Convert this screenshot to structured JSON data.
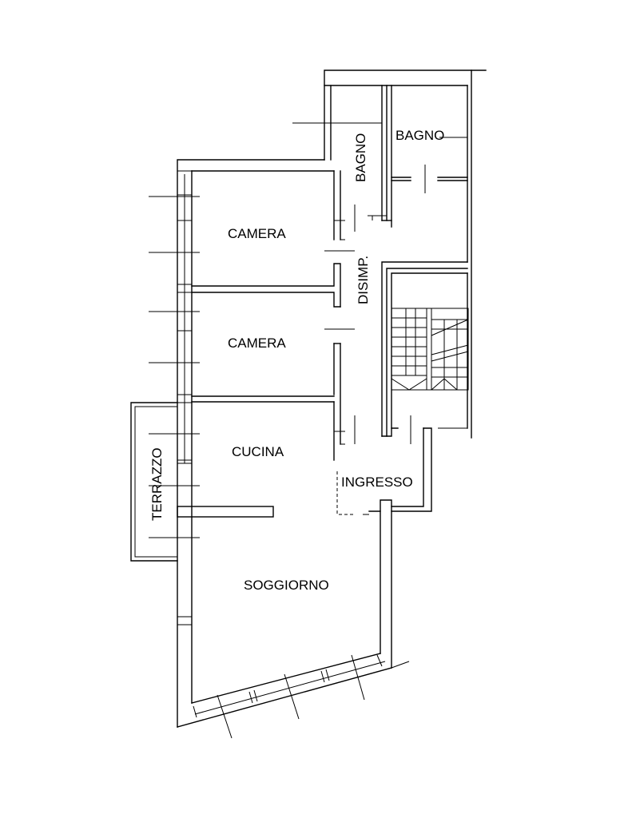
{
  "plan": {
    "rooms": {
      "bagno_main": "BAGNO",
      "bagno_small": "BAGNO",
      "camera_top": "CAMERA",
      "camera_middle": "CAMERA",
      "disimpegno": "DISIMP.",
      "cucina": "CUCINA",
      "terrazzo": "TERRAZZO",
      "ingresso": "INGRESSO",
      "soggiorno": "SOGGIORNO"
    },
    "stroke_color": "#000000",
    "background_color": "#ffffff"
  }
}
